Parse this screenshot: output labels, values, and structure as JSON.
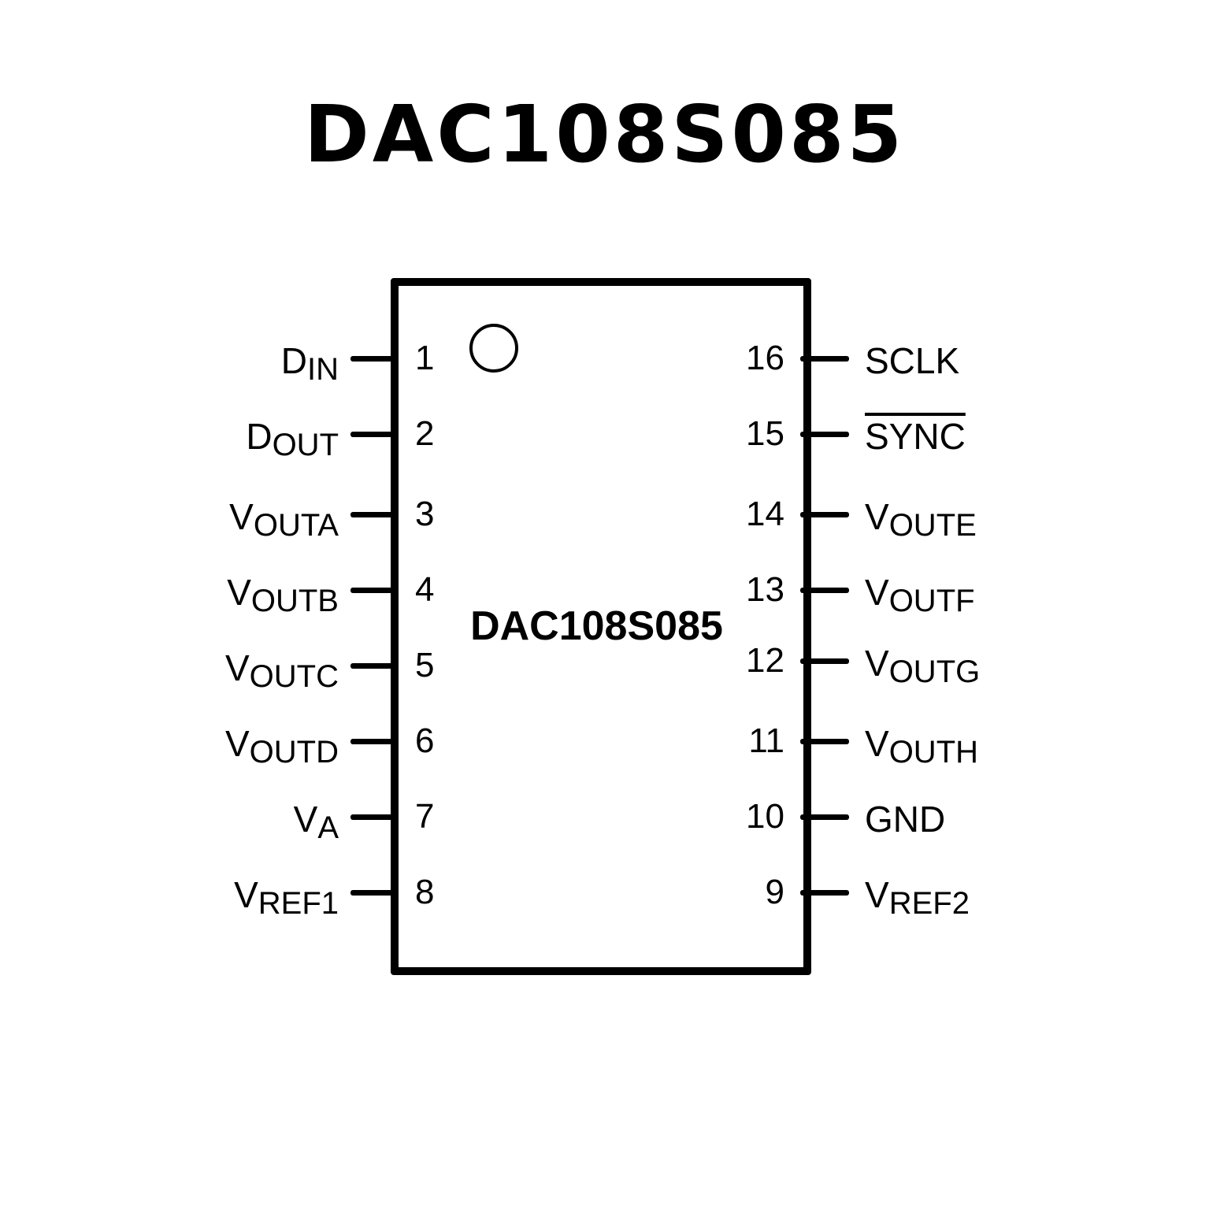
{
  "title": "DAC108S085",
  "chip_label": "DAC108S085",
  "left_pins": [
    {
      "num": "1",
      "main": "D",
      "sub": "IN"
    },
    {
      "num": "2",
      "main": "D",
      "sub": "OUT"
    },
    {
      "num": "3",
      "main": "V",
      "sub": "OUTA"
    },
    {
      "num": "4",
      "main": "V",
      "sub": "OUTB"
    },
    {
      "num": "5",
      "main": "V",
      "sub": "OUTC"
    },
    {
      "num": "6",
      "main": "V",
      "sub": "OUTD"
    },
    {
      "num": "7",
      "main": "V",
      "sub": "A"
    },
    {
      "num": "8",
      "main": "V",
      "sub": "REF1"
    }
  ],
  "right_pins": [
    {
      "num": "16",
      "main": "SCLK",
      "sub": ""
    },
    {
      "num": "15",
      "main": "SYNC",
      "sub": "",
      "overline": true
    },
    {
      "num": "14",
      "main": "V",
      "sub": "OUTE"
    },
    {
      "num": "13",
      "main": "V",
      "sub": "OUTF"
    },
    {
      "num": "12",
      "main": "V",
      "sub": "OUTG"
    },
    {
      "num": "11",
      "main": "V",
      "sub": "OUTH"
    },
    {
      "num": "10",
      "main": "GND",
      "sub": ""
    },
    {
      "num": "9",
      "main": "V",
      "sub": "REF2"
    }
  ]
}
